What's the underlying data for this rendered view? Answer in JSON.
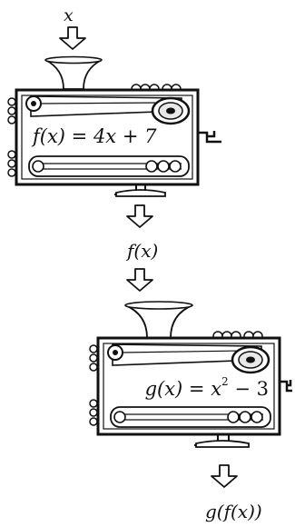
{
  "input": {
    "label": "x"
  },
  "machine_f": {
    "equation": "f(x) = 4x + 7"
  },
  "intermediate": {
    "label": "f(x)"
  },
  "machine_g": {
    "equation_main": "g(x) = x",
    "equation_exp": "2",
    "equation_tail": " − 3"
  },
  "output": {
    "label": "g(f(x))"
  },
  "colors": {
    "ink": "#111111",
    "paper": "#ffffff",
    "gear": "#e8e8e8"
  }
}
